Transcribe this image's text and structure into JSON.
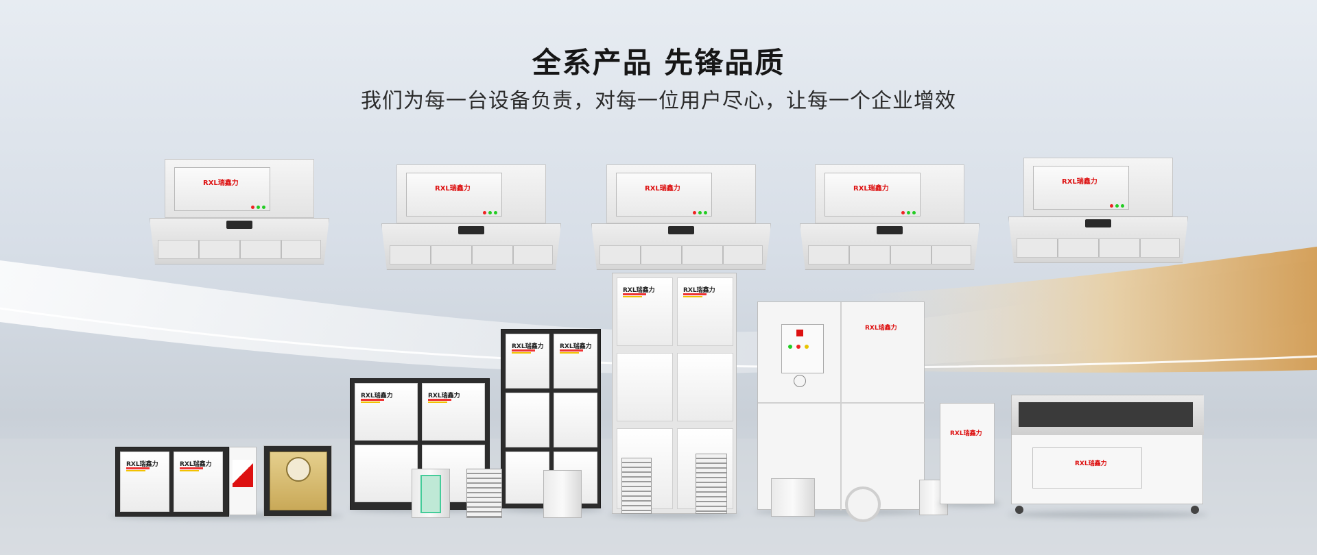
{
  "banner": {
    "title": "全系产品 先锋品质",
    "subtitle": "我们为每一台设备负责，对每一位用户尽心，让每一个企业增效"
  },
  "brand_mark": "RXL瑞鑫力",
  "colors": {
    "accent": "#d11a1a",
    "background": "#dde3ea",
    "gold_wave": "#d9a659"
  }
}
